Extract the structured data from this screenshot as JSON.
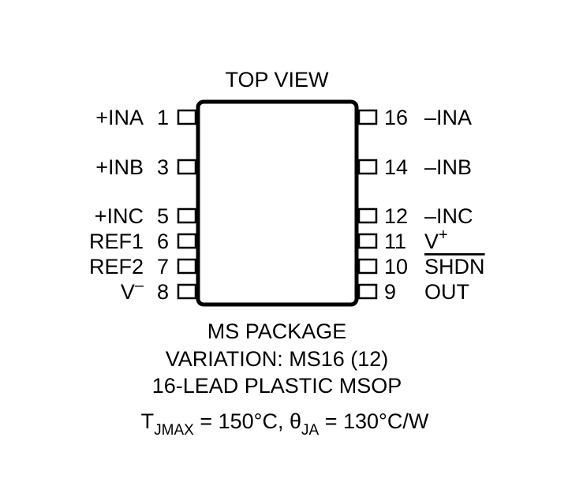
{
  "title": "TOP VIEW",
  "left_pins": [
    {
      "name": "+INA",
      "num": "1"
    },
    {
      "name": "+INB",
      "num": "3"
    },
    {
      "name": "+INC",
      "num": "5"
    },
    {
      "name": "REF1",
      "num": "6"
    },
    {
      "name": "REF2",
      "num": "7"
    },
    {
      "name": "V",
      "sup": "–",
      "num": "8"
    }
  ],
  "right_pins": [
    {
      "name": "–INA",
      "num": "16"
    },
    {
      "name": "–INB",
      "num": "14"
    },
    {
      "name": "–INC",
      "num": "12"
    },
    {
      "name": "V",
      "sup": "+",
      "num": "11"
    },
    {
      "name": "SHDN",
      "num": "10",
      "overline": true
    },
    {
      "name": "OUT",
      "num": "9"
    }
  ],
  "package": {
    "line1": "MS PACKAGE",
    "line2": "VARIATION: MS16 (12)",
    "line3": "16-LEAD PLASTIC MSOP"
  },
  "thermal": {
    "t_symbol": "T",
    "t_sub": "JMAX",
    "t_value": " = 150°C, ",
    "theta_symbol": "θ",
    "theta_sub": "JA",
    "theta_value": " = 130°C/W"
  }
}
